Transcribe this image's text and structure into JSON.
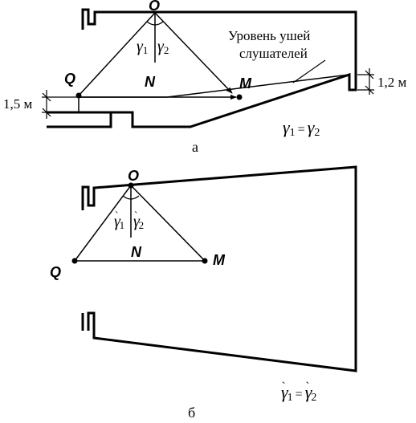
{
  "diagram_a": {
    "point_o": "O",
    "point_q": "Q",
    "point_n": "N",
    "point_m": "M",
    "gamma_symbol": "γ",
    "gamma1_sub": "1",
    "gamma2_sub": "2",
    "ear_level_line1": "Уровень ушей",
    "ear_level_line2": "слушателей",
    "height_left": "1,5 м",
    "height_right": "1,2 м",
    "equation_left_sub": "1",
    "equation_eq": "=",
    "equation_right_sub": "2",
    "caption": "а"
  },
  "diagram_b": {
    "point_o": "O",
    "point_q": "Q",
    "point_n": "N",
    "point_m": "M",
    "gamma_symbol": "γ",
    "gamma1_sub": "1",
    "gamma2_sub": "2",
    "prime": "`",
    "equation_eq": "=",
    "caption": "б"
  }
}
